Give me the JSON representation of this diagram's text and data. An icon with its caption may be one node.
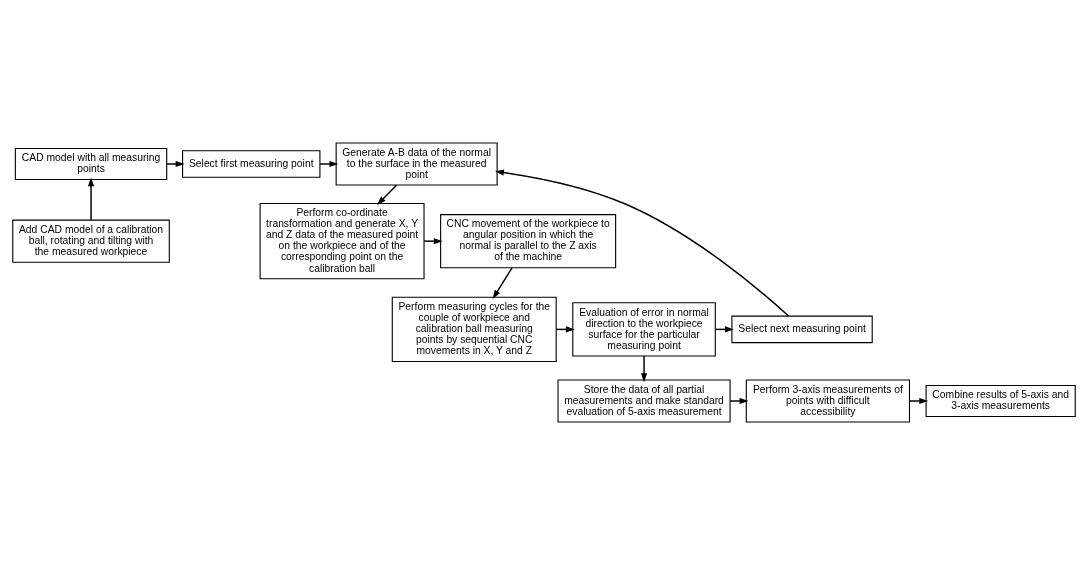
{
  "diagram": {
    "nodes": [
      {
        "text": [
          "CAD model with all measuring points"
        ]
      },
      {
        "text": [
          "Select first measuring point"
        ]
      },
      {
        "text": [
          "Generate A-B data of the normal to the surface in the measured point"
        ]
      },
      {
        "text": [
          "Add CAD model of a calibration ball, rotating and tilting with the measured workpiece"
        ]
      },
      {
        "text": [
          "Perform co-ordinate transformation and generate X, Y and Z data of the measured point on the workpiece and of the corresponding point on the calibration ball"
        ]
      },
      {
        "text": [
          "CNC movement of the workpiece to angular position in which the normal is parallel to the Z axis of the machine"
        ]
      },
      {
        "text": [
          "Select next measuring point"
        ]
      },
      {
        "text": [
          "Evaluation of error in normal direction to the workpiece surface for the particular measuring point"
        ]
      },
      {
        "text": [
          "Perform measuring cycles for the couple of workpiece and calibration ball measuring points by sequential CNC movements in X, Y and Z"
        ]
      },
      {
        "text": [
          "Store the data of all partial measurements and make standard evaluation of 5-axis measurement"
        ]
      },
      {
        "text": [
          "Perform 3-axis measurements of points with difficult accessibility"
        ]
      },
      {
        "text": [
          "Combine results of 5-axis and 3-axis measurements"
        ]
      }
    ],
    "edges": [
      {
        "from": 3,
        "to": 0,
        "arrow": "to"
      },
      {
        "from": 0,
        "to": 1,
        "arrow": "to"
      },
      {
        "from": 1,
        "to": 2,
        "arrow": "to"
      },
      {
        "from": 6,
        "to": 2,
        "arrow": "to"
      },
      {
        "from": 2,
        "to": 4,
        "arrow": "to"
      },
      {
        "from": 4,
        "to": 5,
        "arrow": "to"
      },
      {
        "from": 5,
        "to": 8,
        "arrow": "to"
      },
      {
        "from": 8,
        "to": 7,
        "arrow": "to"
      },
      {
        "from": 7,
        "to": 6,
        "arrow": "to"
      },
      {
        "from": 7,
        "to": 9,
        "arrow": "to"
      },
      {
        "from": 9,
        "to": 10,
        "arrow": "to"
      },
      {
        "from": 10,
        "to": 11,
        "arrow": "to"
      }
    ]
  }
}
